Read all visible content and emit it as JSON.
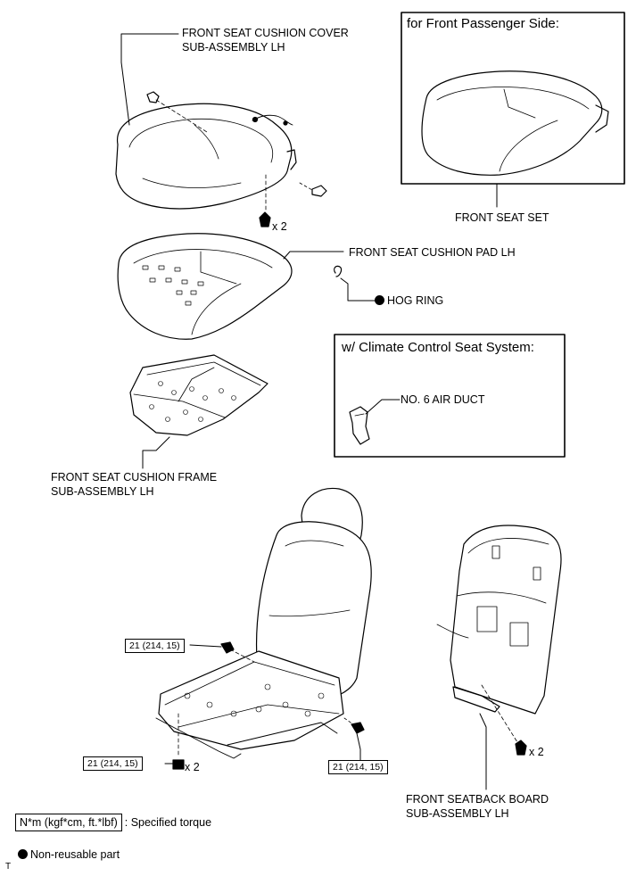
{
  "labels": {
    "cushion_cover": [
      "FRONT SEAT CUSHION COVER",
      "SUB-ASSEMBLY LH"
    ],
    "passenger_box_title": "for Front Passenger Side:",
    "front_seat_set": "FRONT SEAT SET",
    "cushion_pad": "FRONT SEAT CUSHION PAD LH",
    "hog_ring": "HOG RING",
    "climate_box_title": "w/ Climate Control Seat System:",
    "air_duct": "NO. 6 AIR DUCT",
    "cushion_frame": [
      "FRONT SEAT CUSHION FRAME",
      "SUB-ASSEMBLY LH"
    ],
    "seatback_board": [
      "FRONT SEATBACK BOARD",
      "SUB-ASSEMBLY LH"
    ],
    "qty_cover_clip": "x 2",
    "qty_bolt_left": "x 2",
    "qty_board_clip": "x 2"
  },
  "torque": {
    "top_left": "21 (214, 15)",
    "bottom_left": "21 (214, 15)",
    "bottom_right": "21 (214, 15)"
  },
  "legend": {
    "torque_unit": "N*m (kgf*cm, ft.*lbf)",
    "torque_desc": ": Specified torque",
    "non_reusable": "Non-reusable part",
    "corner_mark": "T"
  }
}
